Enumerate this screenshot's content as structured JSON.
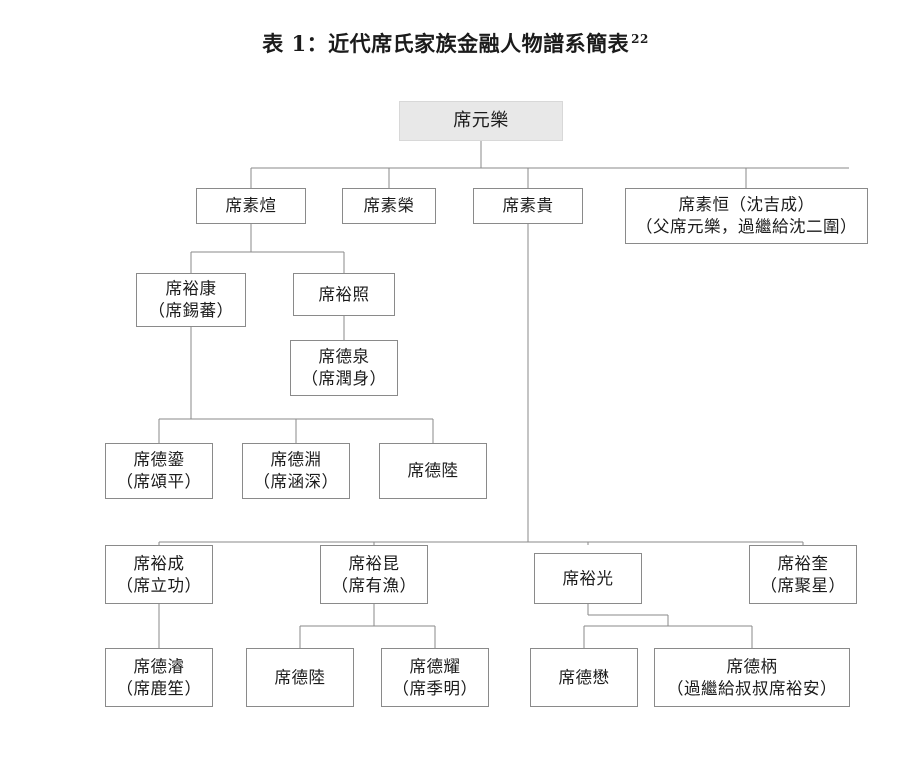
{
  "title": {
    "text": "表 1：近代席氏家族金融人物譜系簡表",
    "footnote_marker": "22"
  },
  "colors": {
    "box_border": "#8a8a8a",
    "root_fill": "#e8e8e8",
    "connector": "#8a8a8a",
    "text": "#1b1b1b",
    "page_background": "#ffffff"
  },
  "chart_data": {
    "type": "diagram",
    "subtype": "genealogy-tree",
    "title": "表 1：近代席氏家族金融人物譜系簡表",
    "orientation": "top-down",
    "generations": 6,
    "node_count": 19,
    "nodes": [
      {
        "id": "n1",
        "line1": "席元樂",
        "line2": "",
        "generation": 1,
        "parent": null,
        "highlighted": true
      },
      {
        "id": "n2",
        "line1": "席素煊",
        "line2": "",
        "generation": 2,
        "parent": "n1",
        "highlighted": false
      },
      {
        "id": "n3",
        "line1": "席素榮",
        "line2": "",
        "generation": 2,
        "parent": "n1",
        "highlighted": false
      },
      {
        "id": "n4",
        "line1": "席素貴",
        "line2": "",
        "generation": 2,
        "parent": "n1",
        "highlighted": false
      },
      {
        "id": "n5",
        "line1": "席素恒（沈吉成）",
        "line2": "（父席元樂，過繼給沈二圍）",
        "generation": 2,
        "parent": "n1",
        "highlighted": false
      },
      {
        "id": "n6",
        "line1": "席裕康",
        "line2": "（席錫蕃）",
        "generation": 3,
        "parent": "n2",
        "highlighted": false
      },
      {
        "id": "n7",
        "line1": "席裕照",
        "line2": "",
        "generation": 3,
        "parent": "n2",
        "highlighted": false
      },
      {
        "id": "n8",
        "line1": "席德泉",
        "line2": "（席潤身）",
        "generation": 4,
        "parent": "n7",
        "highlighted": false
      },
      {
        "id": "n9",
        "line1": "席德鎏",
        "line2": "（席頌平）",
        "generation": 4,
        "parent": "n6",
        "highlighted": false
      },
      {
        "id": "n10",
        "line1": "席德淵",
        "line2": "（席涵深）",
        "generation": 4,
        "parent": "n6",
        "highlighted": false
      },
      {
        "id": "n11",
        "line1": "席德陸",
        "line2": "",
        "generation": 4,
        "parent": "n6",
        "highlighted": false
      },
      {
        "id": "n12",
        "line1": "席裕成",
        "line2": "（席立功）",
        "generation": 5,
        "parent": "n4",
        "highlighted": false
      },
      {
        "id": "n13",
        "line1": "席裕昆",
        "line2": "（席有漁）",
        "generation": 5,
        "parent": "n4",
        "highlighted": false
      },
      {
        "id": "n14",
        "line1": "席裕光",
        "line2": "",
        "generation": 5,
        "parent": "n4",
        "highlighted": false
      },
      {
        "id": "n15",
        "line1": "席裕奎",
        "line2": "（席聚星）",
        "generation": 5,
        "parent": "n4",
        "highlighted": false
      },
      {
        "id": "n16",
        "line1": "席德濬",
        "line2": "（席鹿笙）",
        "generation": 6,
        "parent": "n12",
        "highlighted": false
      },
      {
        "id": "n17",
        "line1": "席德陸",
        "line2": "",
        "generation": 6,
        "parent": "n13",
        "highlighted": false
      },
      {
        "id": "n18",
        "line1": "席德耀",
        "line2": "（席季明）",
        "generation": 6,
        "parent": "n13",
        "highlighted": false
      },
      {
        "id": "n19",
        "line1": "席德懋",
        "line2": "",
        "generation": 6,
        "parent": "n14",
        "highlighted": false
      },
      {
        "id": "n20",
        "line1": "席德柄",
        "line2": "（過繼給叔叔席裕安）",
        "generation": 6,
        "parent": "n14",
        "highlighted": false
      }
    ],
    "edges": [
      {
        "from": "n1",
        "to": "n2"
      },
      {
        "from": "n1",
        "to": "n3"
      },
      {
        "from": "n1",
        "to": "n4"
      },
      {
        "from": "n1",
        "to": "n5"
      },
      {
        "from": "n2",
        "to": "n6"
      },
      {
        "from": "n2",
        "to": "n7"
      },
      {
        "from": "n7",
        "to": "n8"
      },
      {
        "from": "n6",
        "to": "n9"
      },
      {
        "from": "n6",
        "to": "n10"
      },
      {
        "from": "n6",
        "to": "n11"
      },
      {
        "from": "n4",
        "to": "n12"
      },
      {
        "from": "n4",
        "to": "n13"
      },
      {
        "from": "n4",
        "to": "n14"
      },
      {
        "from": "n4",
        "to": "n15"
      },
      {
        "from": "n12",
        "to": "n16"
      },
      {
        "from": "n13",
        "to": "n17"
      },
      {
        "from": "n13",
        "to": "n18"
      },
      {
        "from": "n14",
        "to": "n19"
      },
      {
        "from": "n14",
        "to": "n20"
      }
    ]
  }
}
